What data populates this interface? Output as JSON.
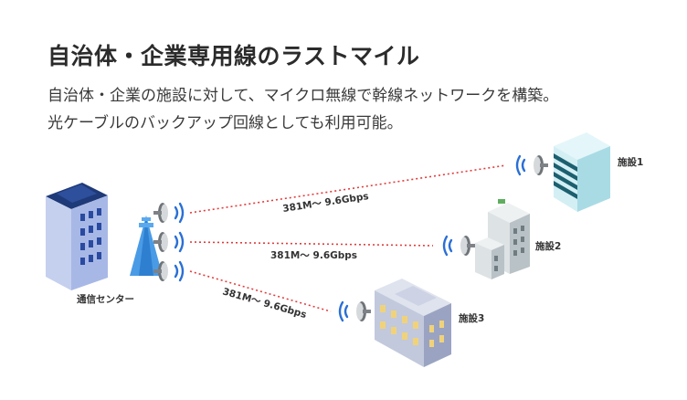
{
  "header": {
    "title": "自治体・企業専用線のラストマイル",
    "description_line1": "自治体・企業の施設に対して、マイクロ無線で幹線ネットワークを構築。",
    "description_line2": "光ケーブルのバックアップ回線としても利用可能。"
  },
  "diagram": {
    "center_label": "通信センター",
    "links": [
      {
        "label": "381M～ 9.6Gbps",
        "target": "施設1"
      },
      {
        "label": "381M～ 9.6Gbps",
        "target": "施設2"
      },
      {
        "label": "381M～ 9.6Gbps",
        "target": "施設3"
      }
    ],
    "colors": {
      "link_line": "#e03c3c",
      "signal_wave": "#2a6fd6",
      "tower": "#3b8de0",
      "building_blue": "#a9b9e6",
      "facility1": "#bfe6ee",
      "facility2": "#cfd6d8",
      "facility3": "#c9cfdf",
      "window_light": "#f0d27a"
    }
  }
}
